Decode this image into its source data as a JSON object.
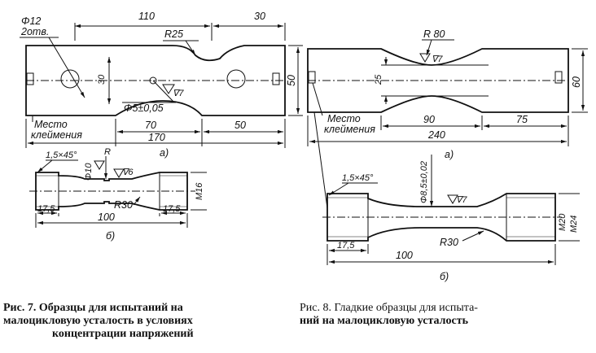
{
  "fig7": {
    "a": {
      "hole_dia": "Φ12",
      "hole_count": "2отв.",
      "dim_110": "110",
      "dim_30_top": "30",
      "notch_radius": "R25",
      "dim_30_left": "30",
      "dim_50_right": "50",
      "small_hole": "Φ5±0,05",
      "roughness": "∇7",
      "marking_place_1": "Место",
      "marking_place_2": "клеймения",
      "dim_70": "70",
      "dim_50_bottom": "50",
      "dim_170": "170",
      "sublabel": "а)"
    },
    "b": {
      "chamfer": "1,5×45°",
      "radius_r": "R",
      "dia_10": "Φ10",
      "roughness": "∇6",
      "thread": "M16",
      "fillet": "R30",
      "dim_17_5_left": "17,5",
      "dim_17_5_right": "17,5",
      "dim_100": "100",
      "sublabel": "б)"
    },
    "caption": {
      "label": "Рис. 7.",
      "line1": "Образцы для испытаний на",
      "line2": "малоцикловую усталость в условиях",
      "line3": "концентрации напряжений"
    }
  },
  "fig8": {
    "a": {
      "notch_radius": "R 80",
      "roughness": "∇7",
      "dim_25": "25",
      "dim_60": "60",
      "marking_place_1": "Место",
      "marking_place_2": "клеймения",
      "dim_90": "90",
      "dim_75": "75",
      "dim_240": "240",
      "sublabel": "а)"
    },
    "b": {
      "chamfer": "1,5×45°",
      "dia_gauge": "Φ8,5±0,02",
      "roughness": "∇7",
      "thread_m20": "M20",
      "thread_m24": "M24",
      "fillet": "R30",
      "dim_17_5": "17,5",
      "dim_100": "100",
      "sublabel": "б)"
    },
    "caption": {
      "line1": "Рис. 8. Гладкие образцы для испыта-",
      "line2": "ний на малоцикловую усталость"
    }
  }
}
